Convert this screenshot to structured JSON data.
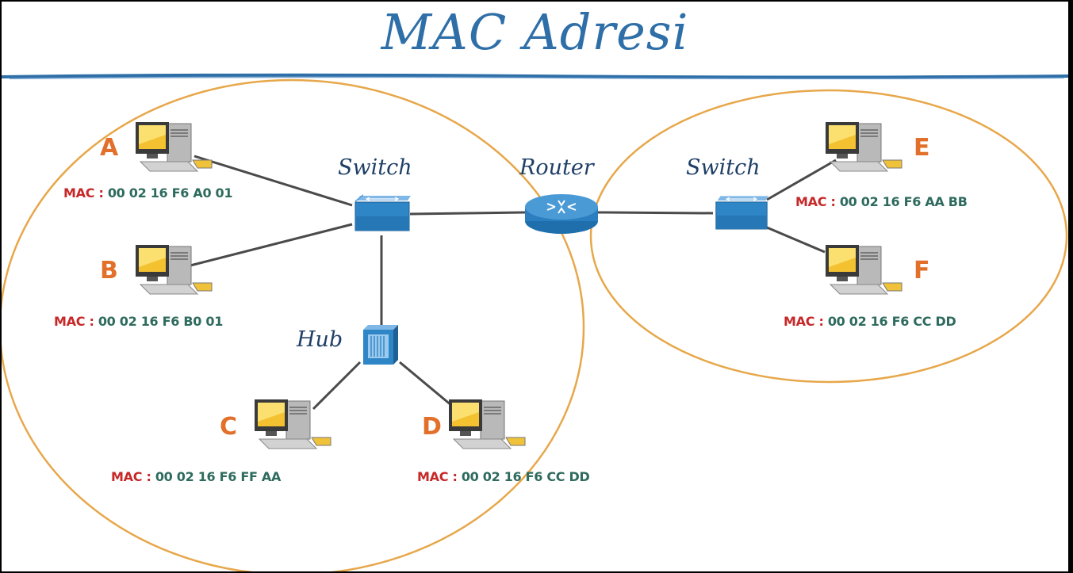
{
  "title": "MAC Adresi",
  "colors": {
    "title": "#2f6fa8",
    "device_label": "#1f3f66",
    "letter": "#e2702b",
    "mac_prefix": "#c62828",
    "mac_value": "#2e6b5e",
    "circle": "#e7a74a",
    "link": "#4a4a4a",
    "switch": "#2f86c7",
    "router": "#2b7fc0"
  },
  "devices": {
    "switch_left": "Switch",
    "router": "Router",
    "switch_right": "Switch",
    "hub": "Hub"
  },
  "hosts": [
    {
      "letter": "A",
      "mac_prefix": "MAC",
      "mac_sep": ":",
      "mac": "00 02  16 F6 A0 01"
    },
    {
      "letter": "B",
      "mac_prefix": "MAC",
      "mac_sep": ":",
      "mac": "00 02  16 F6 B0 01"
    },
    {
      "letter": "C",
      "mac_prefix": "MAC",
      "mac_sep": ":",
      "mac": "00 02  16 F6 FF AA"
    },
    {
      "letter": "D",
      "mac_prefix": "MAC",
      "mac_sep": ":",
      "mac": "00 02  16 F6 CC DD"
    },
    {
      "letter": "E",
      "mac_prefix": "MAC",
      "mac_sep": ":",
      "mac": "00 02  16 F6 AA BB"
    },
    {
      "letter": "F",
      "mac_prefix": "MAC",
      "mac_sep": ":",
      "mac": "00 02  16 F6 CC DD"
    }
  ]
}
